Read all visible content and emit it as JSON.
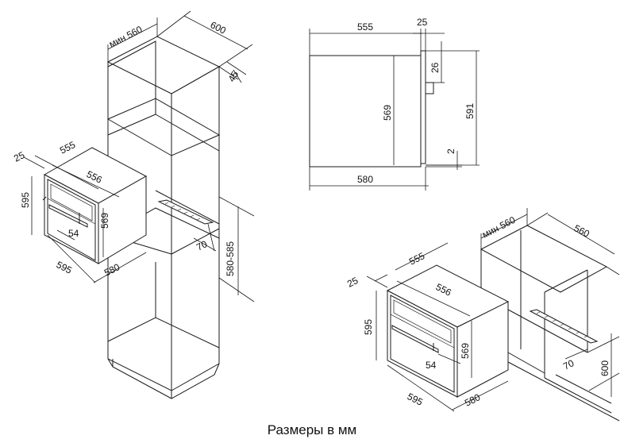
{
  "caption": "Размеры в мм",
  "column_install": {
    "cabinet_width_min": "мин 560",
    "cabinet_depth": "600",
    "wall_gap": "45",
    "niche_height": "580-585",
    "vent_cutout": "70"
  },
  "oven_left": {
    "depth_top": "555",
    "door_offset": "25",
    "inner_width": "556",
    "height": "595",
    "body_height": "569",
    "handle": "54",
    "width": "595",
    "depth": "580"
  },
  "side_view": {
    "body_depth": "555",
    "front_offset": "25",
    "body_height": "569",
    "panel_top": "26",
    "total_height": "591",
    "bottom_gap": "2",
    "total_depth": "580"
  },
  "undercounter_install": {
    "depth_top": "555",
    "door_offset": "25",
    "inner_width": "556",
    "height": "595",
    "body_height": "569",
    "handle": "54",
    "width": "595",
    "depth": "580",
    "cabinet_width_min": "мин 560",
    "cabinet_depth": "560",
    "vent_cutout": "70",
    "niche_height": "600"
  }
}
